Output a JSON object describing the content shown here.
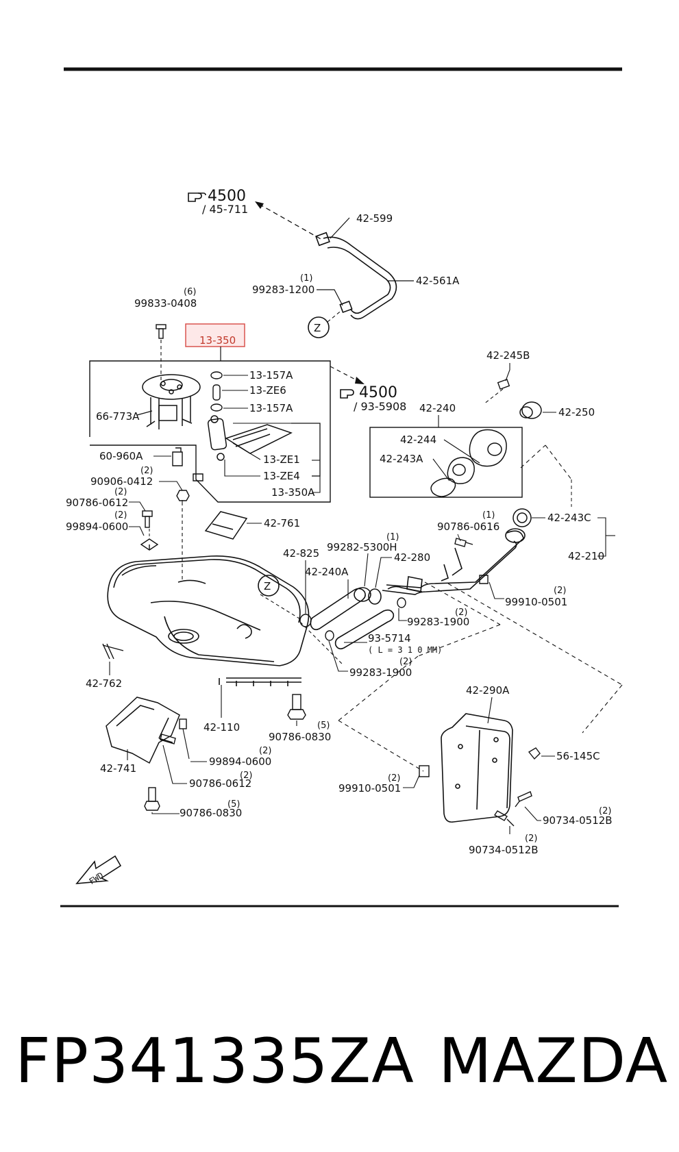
{
  "refs": {
    "ref_top": "4500",
    "ref_top_sub": "/ 45-711",
    "ref_mid": "4500",
    "ref_mid_sub": "/ 93-5908"
  },
  "callout_z": "Z",
  "fwd": "FWD",
  "highlight_part": "13-350",
  "labels": {
    "p42599": "42-599",
    "p42561a": "42-561A",
    "p99283_1200": "99283-1200",
    "q1_99283_1200": "(1)",
    "p99833": "99833-0408",
    "q6_99833": "(6)",
    "p13157a_1": "13-157A",
    "p13ze6": "13-ZE6",
    "p13157a_2": "13-157A",
    "p66773a": "66-773A",
    "p13ze1": "13-ZE1",
    "p13ze4": "13-ZE4",
    "p13350a": "13-350A",
    "p60960a": "60-960A",
    "p90906": "90906-0412",
    "q2_90906": "(2)",
    "p90786_0612a": "90786-0612",
    "q2_90786a": "(2)",
    "p99894a": "99894-0600",
    "q2_99894a": "(2)",
    "p42761": "42-761",
    "p42245b": "42-245B",
    "p42250": "42-250",
    "p42240": "42-240",
    "p42244": "42-244",
    "p42243a": "42-243A",
    "p90786_0616": "90786-0616",
    "q1_90786_0616": "(1)",
    "p42243c": "42-243C",
    "p42210": "42-210",
    "p99282": "99282-5300H",
    "q1_99282": "(1)",
    "p42280": "42-280",
    "p42825": "42-825",
    "p42240a": "42-240A",
    "p99910_a": "99910-0501",
    "q2_99910a": "(2)",
    "p99283_1900a": "99283-1900",
    "q2_99283a": "(2)",
    "p935714": "93-5714",
    "len935714": "( L = 3 1 0 MM)",
    "q2_99283b": "(2)",
    "p99283_1900b": "99283-1900",
    "p42762": "42-762",
    "p42110": "42-110",
    "p90786_0830a": "90786-0830",
    "q5_90786a": "(5)",
    "p42290a": "42-290A",
    "p56145c": "56-145C",
    "p42741": "42-741",
    "p99894b": "99894-0600",
    "q2_99894b": "(2)",
    "p90786_0612b": "90786-0612",
    "q2_90786b": "(2)",
    "p99910_b": "99910-0501",
    "q2_99910b": "(2)",
    "p90786_0830b": "90786-0830",
    "q5_90786b": "(5)",
    "p90734a": "90734-0512B",
    "q2_90734a": "(2)",
    "p90734b": "90734-0512B",
    "q2_90734b": "(2)"
  },
  "footer": {
    "part_number": "FP341335ZA",
    "brand": "MAZDA"
  },
  "colors": {
    "line": "#111111",
    "highlight_border": "#d9534f",
    "highlight_fill": "#fde8e8"
  }
}
